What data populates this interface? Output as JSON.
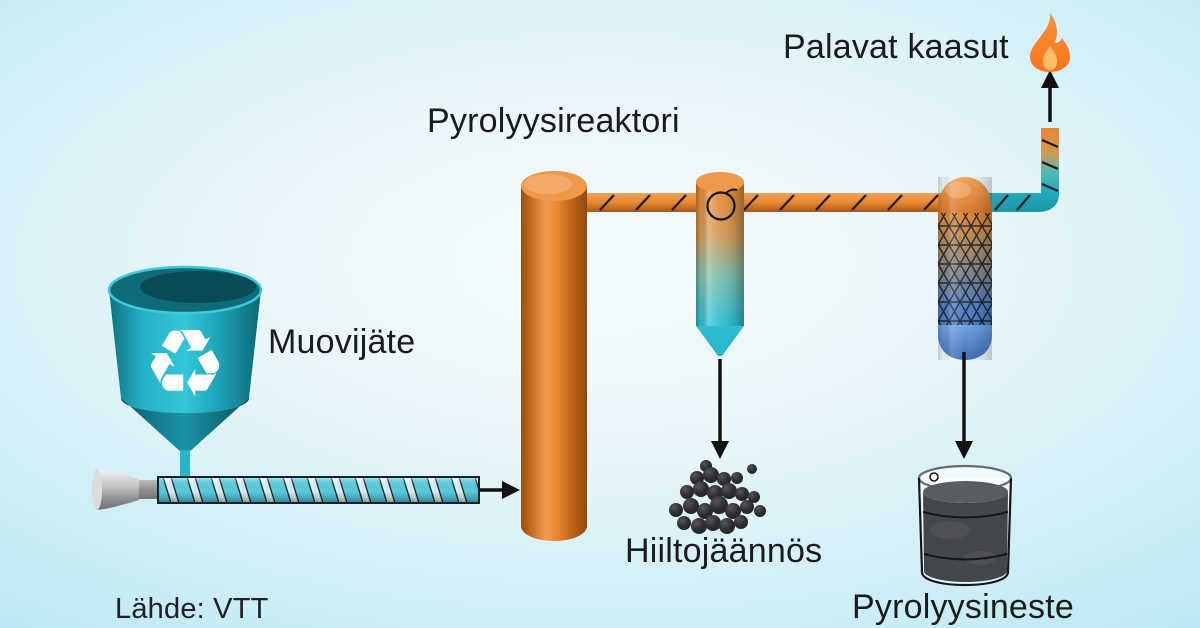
{
  "labels": {
    "plastic_waste": "Muovijäte",
    "reactor": "Pyrolyysireaktori",
    "char_residue": "Hiiltojäännös",
    "pyrolysis_liquid": "Pyrolyysineste",
    "combustible_gases": "Palavat kaasut",
    "source": "Lähde: VTT"
  },
  "icons": {
    "recycling_glyph": "♻",
    "flame": "flame-icon",
    "recycling": "recycling-icon"
  },
  "colors": {
    "hot_orange": "#e8872f",
    "teal": "#2bb7cc",
    "cool_blue": "#4d7fc4",
    "char_black": "#26262b",
    "flame_orange": "#fb8a24",
    "text": "#1b1b1d",
    "background_edge": "#bae8f4",
    "background_center": "#f4fbfc"
  },
  "flow": [
    {
      "from": "hopper",
      "to": "reactor",
      "via": "screw-conveyor"
    },
    {
      "from": "reactor",
      "to": "cyclone",
      "via": "gas-pipe"
    },
    {
      "from": "cyclone",
      "to": "char-pile",
      "via": "down-arrow"
    },
    {
      "from": "cyclone",
      "to": "condenser",
      "via": "gas-pipe"
    },
    {
      "from": "condenser",
      "to": "liquid-container",
      "via": "down-arrow"
    },
    {
      "from": "condenser",
      "to": "flame",
      "via": "flue-pipe"
    }
  ]
}
